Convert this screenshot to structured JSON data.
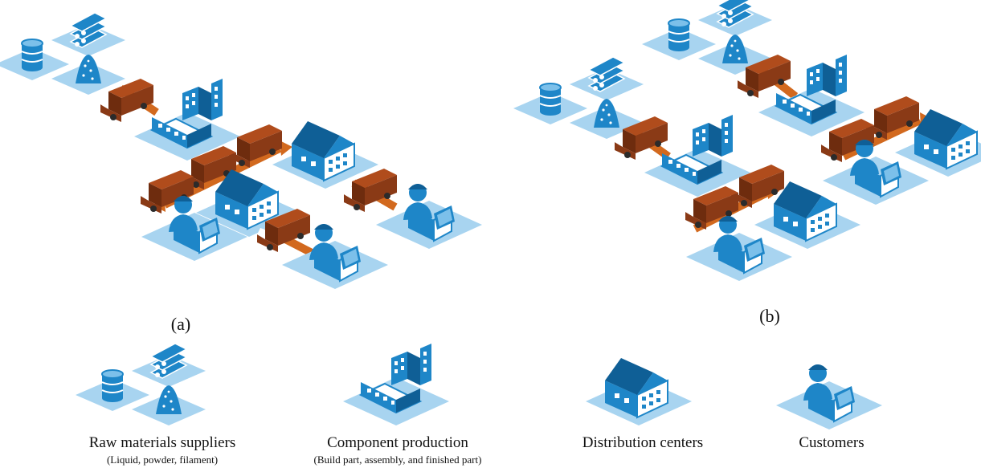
{
  "panels": [
    {
      "label": "(a)"
    },
    {
      "label": "(b)"
    }
  ],
  "legend": [
    {
      "title": "Raw materials suppliers",
      "subtitle": "(Liquid, powder, filament)",
      "icon": "raw-materials-icon"
    },
    {
      "title": "Component production",
      "subtitle": "(Build part, assembly, and finished part)",
      "icon": "factory-icon"
    },
    {
      "title": "Distribution centers",
      "subtitle": "",
      "icon": "warehouse-icon"
    },
    {
      "title": "Customers",
      "subtitle": "",
      "icon": "customer-icon"
    }
  ],
  "colors": {
    "tile": "#a8d4f0",
    "icon_blue": "#1e86c8",
    "icon_dark": "#0f5f96",
    "truck": "#8a3a16",
    "arrow": "#d2691e"
  }
}
